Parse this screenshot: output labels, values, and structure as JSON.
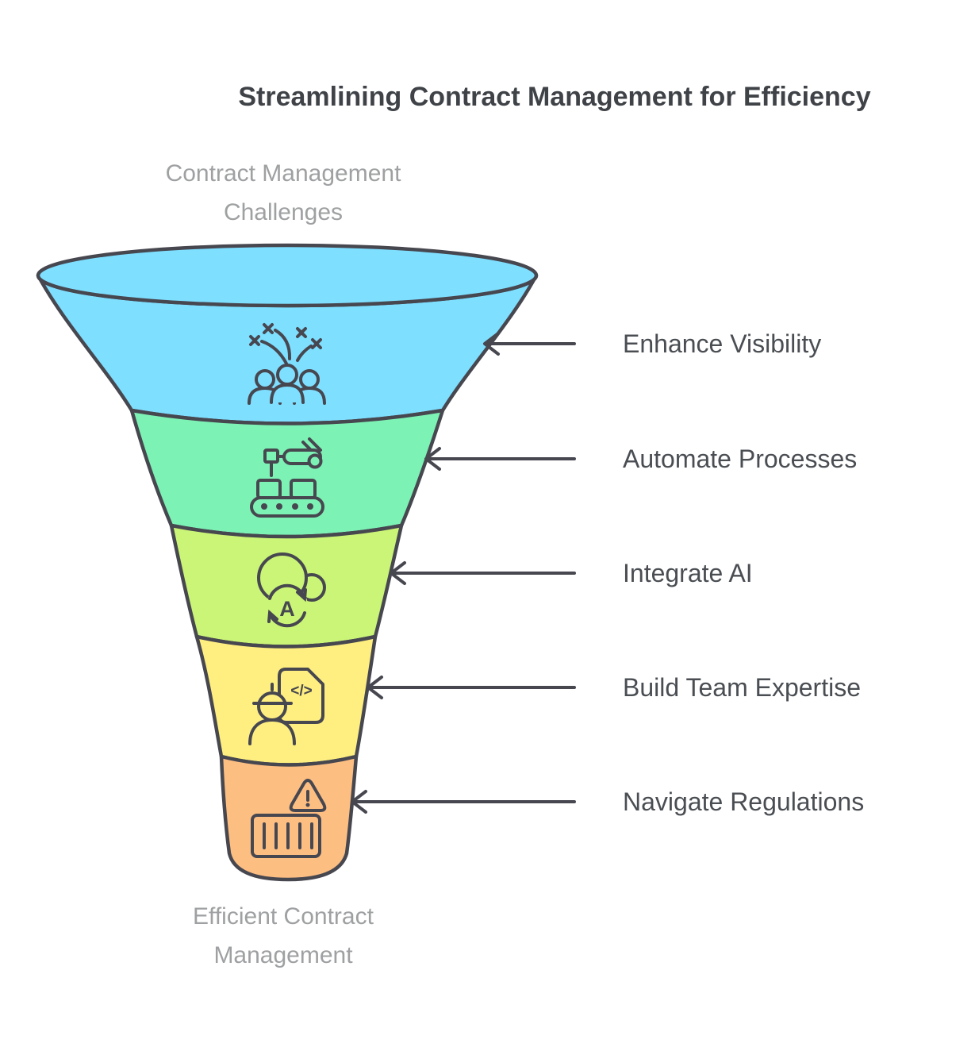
{
  "title": "Streamlining Contract Management for Efficiency",
  "funnel": {
    "top_label": "Contract Management Challenges",
    "bottom_label": "Efficient Contract Management",
    "stages": [
      {
        "label": "Enhance Visibility",
        "color": "#7EDFFF",
        "icon": "team-celebration-icon"
      },
      {
        "label": "Automate Processes",
        "color": "#7DF2B5",
        "icon": "automation-conveyor-icon"
      },
      {
        "label": "Integrate AI",
        "color": "#CBF577",
        "icon": "ai-cloud-refresh-icon"
      },
      {
        "label": "Build Team Expertise",
        "color": "#FFEF80",
        "icon": "engineer-code-document-icon"
      },
      {
        "label": "Navigate Regulations",
        "color": "#FDBE82",
        "icon": "warning-crate-icon"
      }
    ],
    "icon_glyphs": {
      "ai_letter": "A",
      "code_tag": "</>"
    }
  },
  "colors": {
    "background": "#FFFFFF",
    "outline": "#474750",
    "title_text": "#3F4347",
    "stage_label_text": "#4A4E53",
    "muted_label_text": "#9EA0A2"
  }
}
